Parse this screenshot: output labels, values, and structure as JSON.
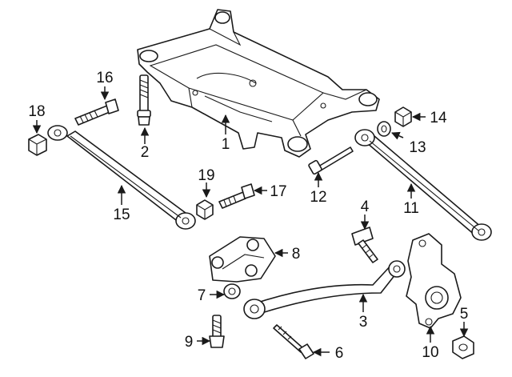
{
  "callouts": [
    {
      "id": "1",
      "label": "1"
    },
    {
      "id": "2",
      "label": "2"
    },
    {
      "id": "3",
      "label": "3"
    },
    {
      "id": "4",
      "label": "4"
    },
    {
      "id": "5",
      "label": "5"
    },
    {
      "id": "6",
      "label": "6"
    },
    {
      "id": "7",
      "label": "7"
    },
    {
      "id": "8",
      "label": "8"
    },
    {
      "id": "9",
      "label": "9"
    },
    {
      "id": "10",
      "label": "10"
    },
    {
      "id": "11",
      "label": "11"
    },
    {
      "id": "12",
      "label": "12"
    },
    {
      "id": "13",
      "label": "13"
    },
    {
      "id": "14",
      "label": "14"
    },
    {
      "id": "15",
      "label": "15"
    },
    {
      "id": "16",
      "label": "16"
    },
    {
      "id": "17",
      "label": "17"
    },
    {
      "id": "18",
      "label": "18"
    },
    {
      "id": "19",
      "label": "19"
    }
  ],
  "colors": {
    "line": "#1a1a1a",
    "background": "#ffffff"
  }
}
